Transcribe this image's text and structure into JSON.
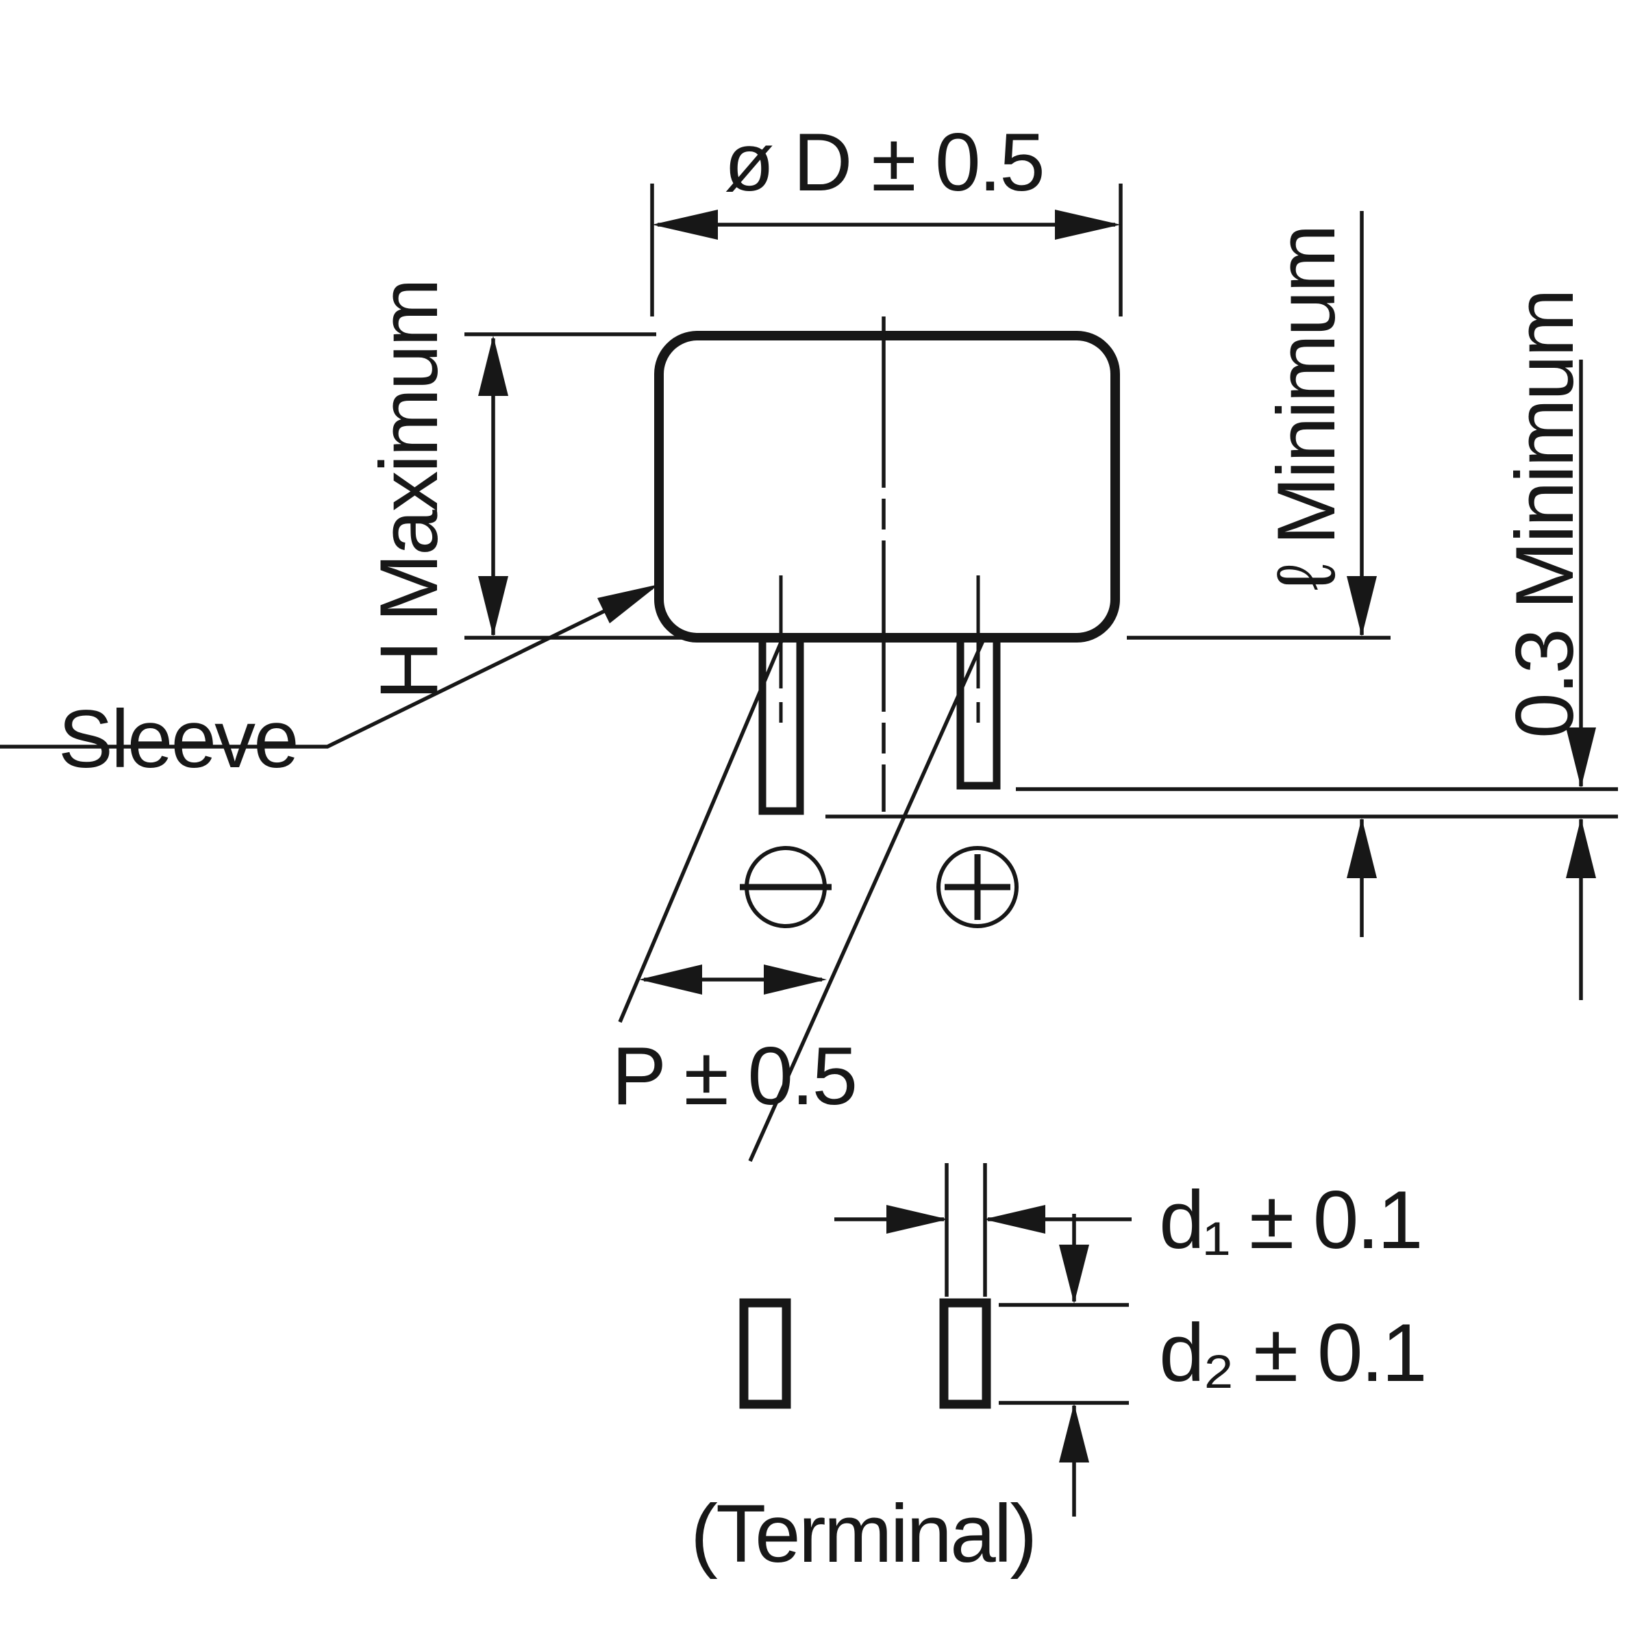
{
  "diagram": {
    "type": "component-dimension-drawing",
    "component": "radial-lead-capacitor",
    "colors": {
      "line": "#171717",
      "background": "#ffffff"
    },
    "labels": {
      "diameter": "ø D ± 0.5",
      "height": "H Maximum",
      "sleeve": "Sleeve",
      "lead_length": "ℓ Minimum",
      "lead_step": "0.3 Minimum",
      "pitch": "P ± 0.5",
      "terminal_width": "d₁ ± 0.1",
      "terminal_thickness": "d₂ ± 0.1",
      "terminal": "(Terminal)"
    },
    "symbols": {
      "negative": "minus-in-circle",
      "positive": "plus-in-circle"
    }
  }
}
